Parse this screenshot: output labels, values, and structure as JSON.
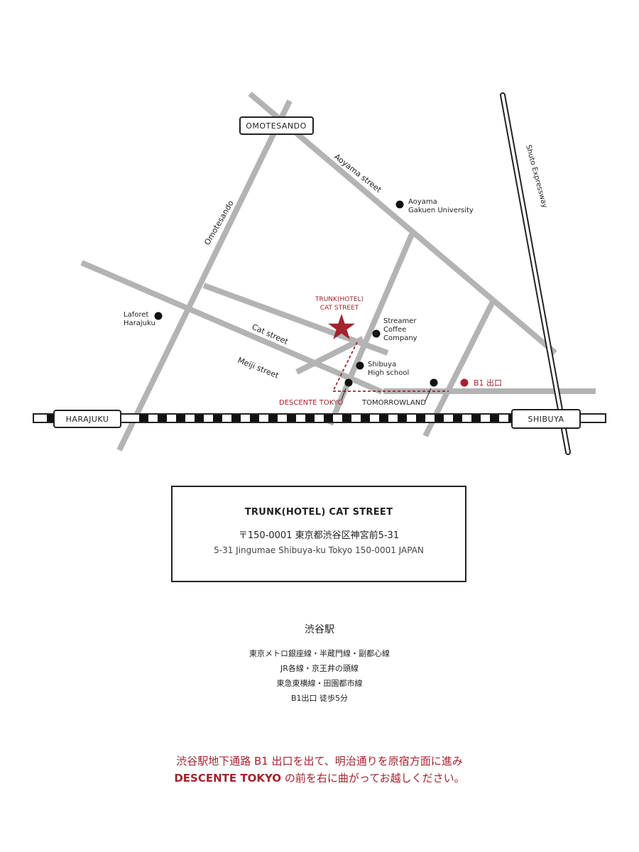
{
  "map": {
    "stations": {
      "omotesando": "OMOTESANDO",
      "harajuku": "HARAJUKU",
      "shibuya": "SHIBUYA"
    },
    "streets": {
      "aoyama": "Aoyama street",
      "omotesando": "Omotesando",
      "cat": "Cat street",
      "meiji": "Meiji street",
      "expressway": "Shuto Expressway"
    },
    "landmarks": {
      "aoyama_line1": "Aoyama",
      "aoyama_line2": "Gakuen University",
      "laforet_line1": "Laforet",
      "laforet_line2": "Harajuku",
      "streamer_line1": "Streamer",
      "streamer_line2": "Coffee",
      "streamer_line3": "Company",
      "school_line1": "Shibuya",
      "school_line2": "High school",
      "tomorrowland": "TOMORROWLAND",
      "descente": "DESCENTE TOKYO",
      "b1_exit": "B1 出口"
    },
    "hotel": {
      "line1": "TRUNK(HOTEL)",
      "line2": "CAT STREET"
    }
  },
  "address": {
    "title": "TRUNK(HOTEL) CAT STREET",
    "jp": "〒150-0001 東京都渋谷区神宮前5-31",
    "en": "5-31 Jingumae Shibuya-ku Tokyo 150-0001 JAPAN"
  },
  "access": {
    "title": "渋谷駅",
    "lines": [
      "東京メトロ銀座線・半蔵門線・副都心線",
      "JR各線・京王井の頭線",
      "東急東横線・田園都市線",
      "B1出口 徒歩5分"
    ]
  },
  "directions": {
    "line1": "渋谷駅地下通路 B1 出口を出て、明治通りを原宿方面に進み",
    "line2_bold": "DESCENTE TOKYO",
    "line2_rest": " の前を右に曲がってお越しください。"
  },
  "colors": {
    "road": "#b3b3b3",
    "accent": "#a3232e",
    "ink": "#222222"
  }
}
